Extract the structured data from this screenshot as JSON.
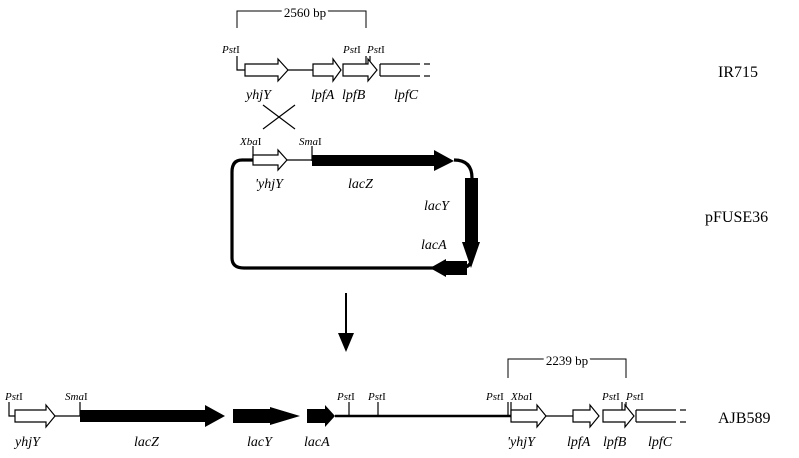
{
  "construct_names": {
    "top": "IR715",
    "middle": "pFUSE36",
    "bottom": "AJB589"
  },
  "distances": {
    "top": "2560 bp",
    "bottom": "2239 bp"
  },
  "top_genes": {
    "yhjY": "yhjY",
    "lpfA": "lpfA",
    "lpfB": "lpfB",
    "lpfC": "lpfC"
  },
  "top_sites": {
    "pst1": "Pst",
    "pst2": "Pst",
    "pst3": "Pst",
    "suffix": "I"
  },
  "plasmid_genes": {
    "yhjY": "'yhjY",
    "lacZ": "lacZ",
    "lacY": "lacY",
    "lacA": "lacA"
  },
  "plasmid_sites": {
    "xba": "Xba",
    "sma": "Sma",
    "suffix": "I"
  },
  "bottom_genes": {
    "yhjY": "yhjY",
    "lacZ": "lacZ",
    "lacY": "lacY",
    "lacA": "lacA",
    "yhjY2": "'yhjY",
    "lpfA": "lpfA",
    "lpfB": "lpfB",
    "lpfC": "lpfC"
  },
  "bottom_sites": {
    "pst1": "Pst",
    "sma": "Sma",
    "pst2": "Pst",
    "pst3": "Pst",
    "pst4": "Pst",
    "xba": "Xba",
    "pst5": "Pst",
    "pst6": "Pst",
    "suffix": "I"
  }
}
